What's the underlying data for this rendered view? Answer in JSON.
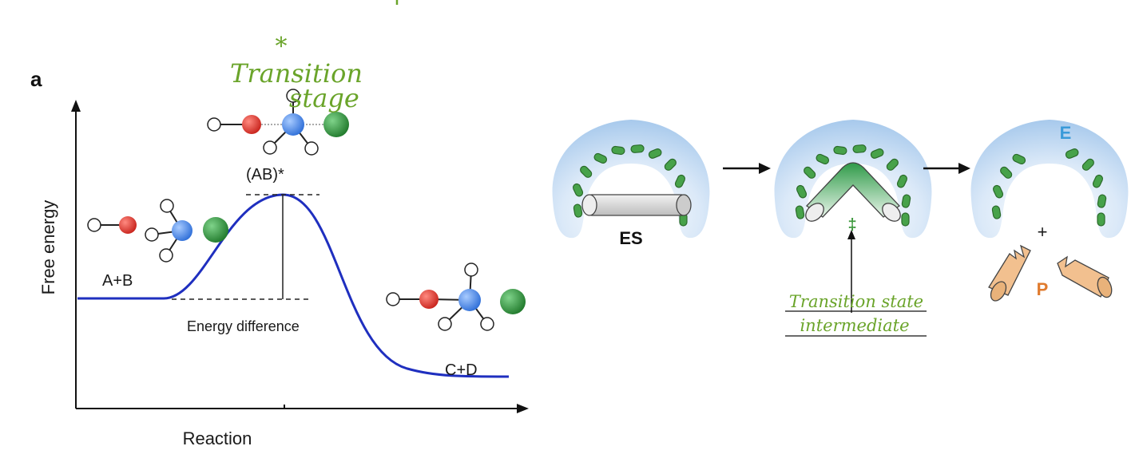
{
  "panel_a": {
    "panel_label": "a",
    "y_axis_label": "Free energy",
    "x_axis_label": "Reaction",
    "reactants_label": "A+B",
    "transition_label": "(AB)*",
    "products_label": "C+D",
    "energy_difference_label": "Energy difference",
    "curve_color": "#1f2fbf"
  },
  "annotations": {
    "transition_note_line1": "Transition",
    "transition_note_line2": "stage",
    "star_symbol": "*",
    "handwriting_color": "#6aa42a",
    "intermediate_note_line1": "Transition state",
    "intermediate_note_line2": "intermediate"
  },
  "enzyme_panel": {
    "complex_label": "ES",
    "transition_symbol": "‡",
    "enzyme_label": "E",
    "plus_symbol": "+",
    "product_label": "P",
    "enzyme_color": "#a9cdee",
    "enzyme_label_color": "#3a9ad9",
    "product_color": "#e07b2e",
    "binding_site_color": "#3f9a3f"
  },
  "molecule_colors": {
    "red": "#d8302a",
    "blue": "#3c7ee0",
    "green": "#2f8f3a",
    "white": "#ffffff"
  }
}
